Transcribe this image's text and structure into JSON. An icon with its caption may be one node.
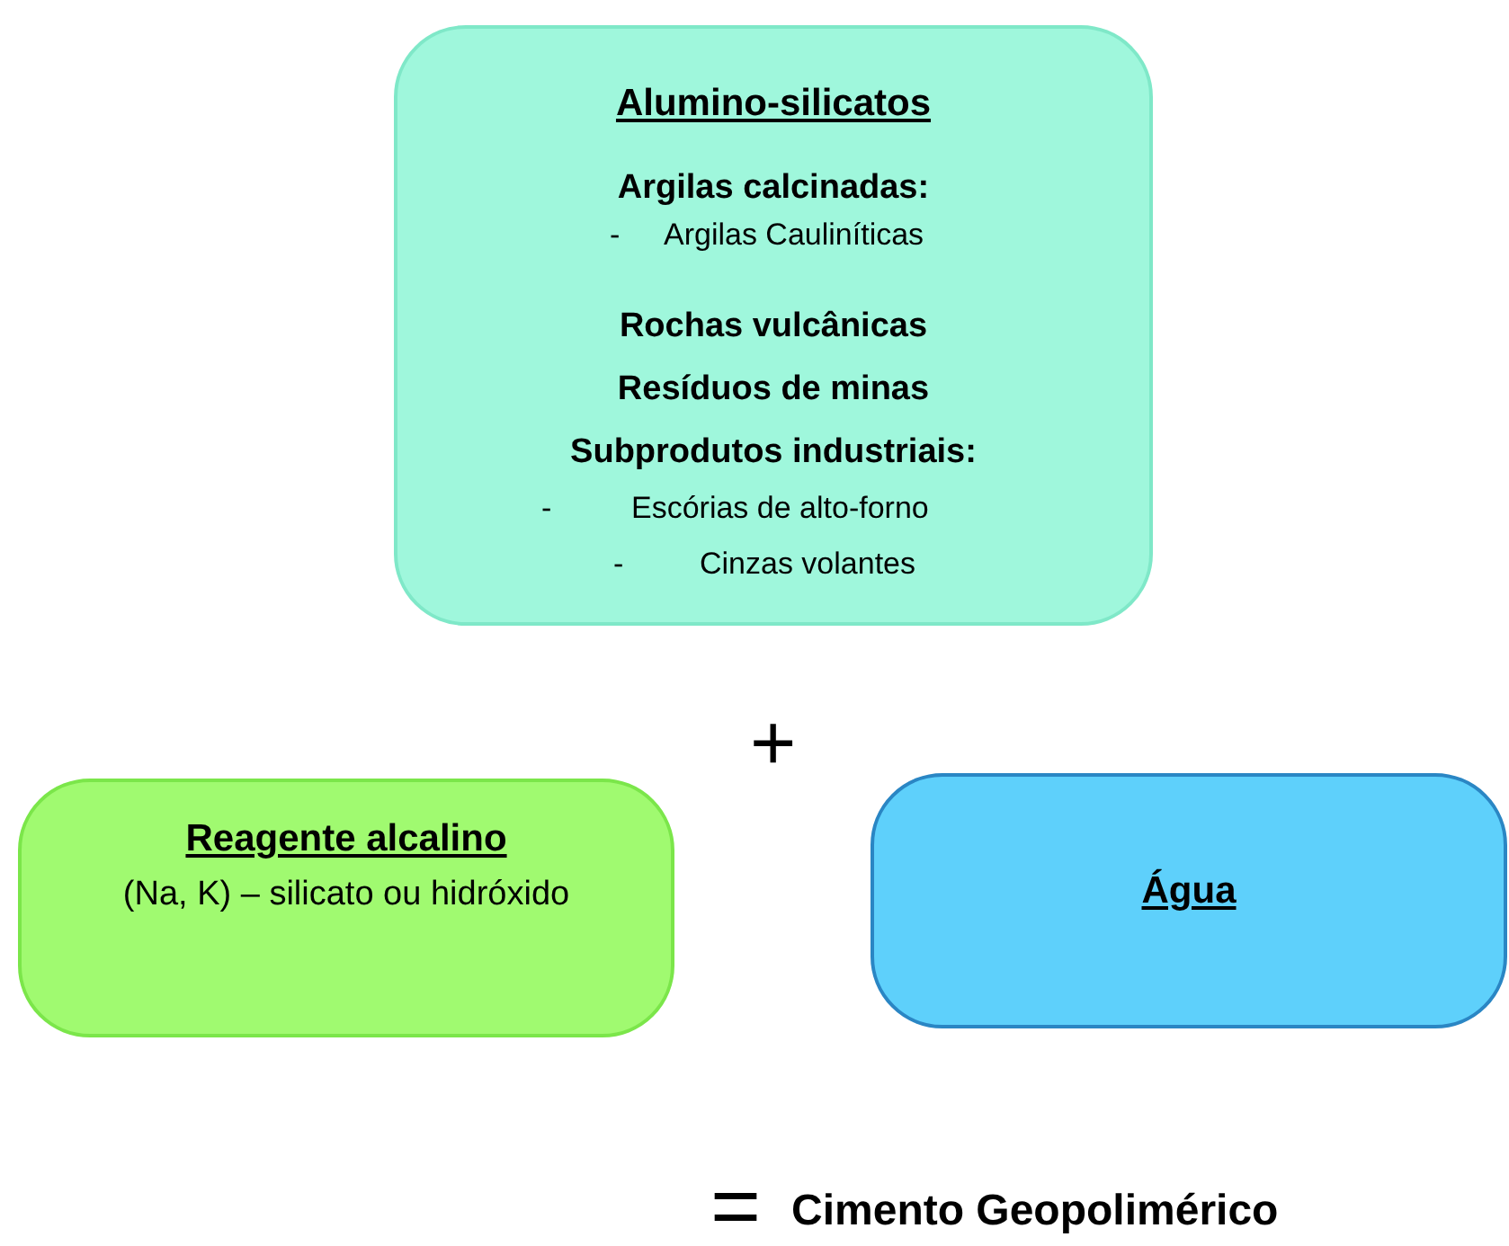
{
  "diagram": {
    "nodes": [
      {
        "text": [
          "Alumino-silicatos",
          "Argilas calcinadas:",
          "-",
          "Argilas Cauliníticas",
          "Rochas vulcânicas",
          "Resíduos de minas",
          "Subprodutos industriais:",
          "-",
          "Escórias de alto-forno",
          "-",
          "Cinzas volantes"
        ]
      },
      {
        "text": [
          "Reagente alcalino",
          "(Na, K) – silicato ou hidróxido"
        ]
      },
      {
        "text": [
          "Água"
        ]
      }
    ],
    "labels": [
      "+",
      "=",
      "Cimento Geopolimérico"
    ]
  }
}
